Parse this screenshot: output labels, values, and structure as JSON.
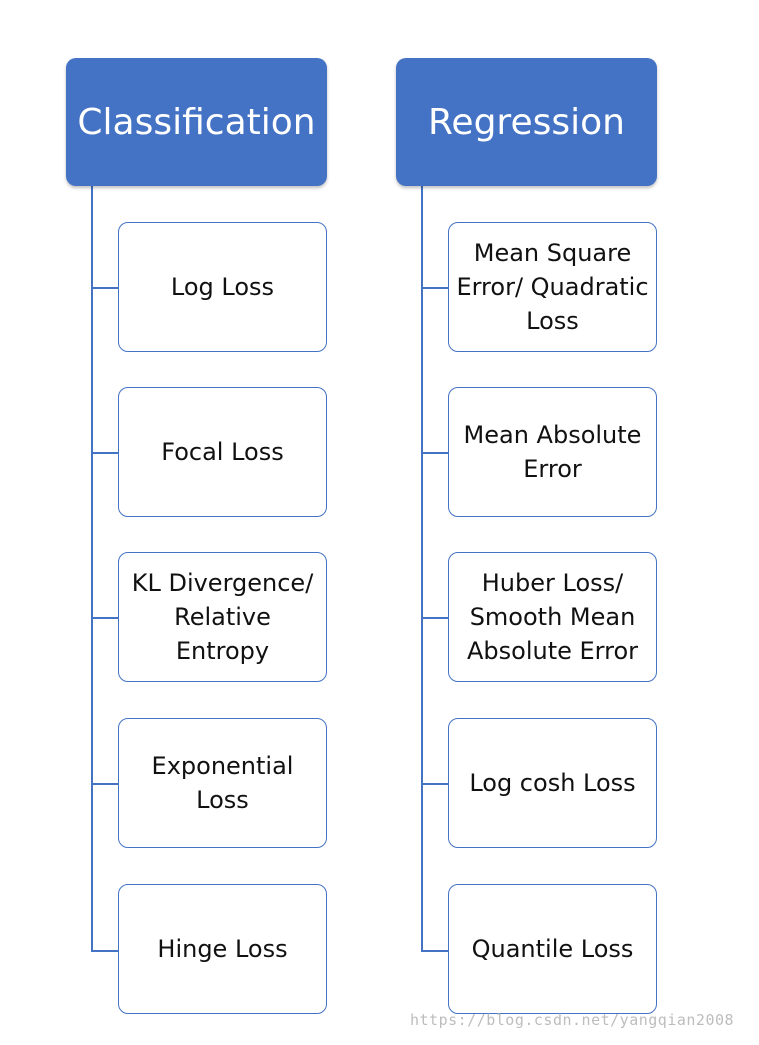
{
  "columns": [
    {
      "title": "Classification",
      "items": [
        "Log Loss",
        "Focal Loss",
        "KL Divergence/ Relative Entropy",
        "Exponential Loss",
        "Hinge Loss"
      ]
    },
    {
      "title": "Regression",
      "items": [
        "Mean Square Error/ Quadratic Loss",
        "Mean Absolute Error",
        "Huber Loss/ Smooth Mean Absolute Error",
        "Log cosh Loss",
        "Quantile Loss"
      ]
    }
  ],
  "watermark": "https://blog.csdn.net/yangqian2008",
  "colors": {
    "accent": "#4472c4",
    "box_border": "#4472c4",
    "header_text": "#ffffff"
  }
}
